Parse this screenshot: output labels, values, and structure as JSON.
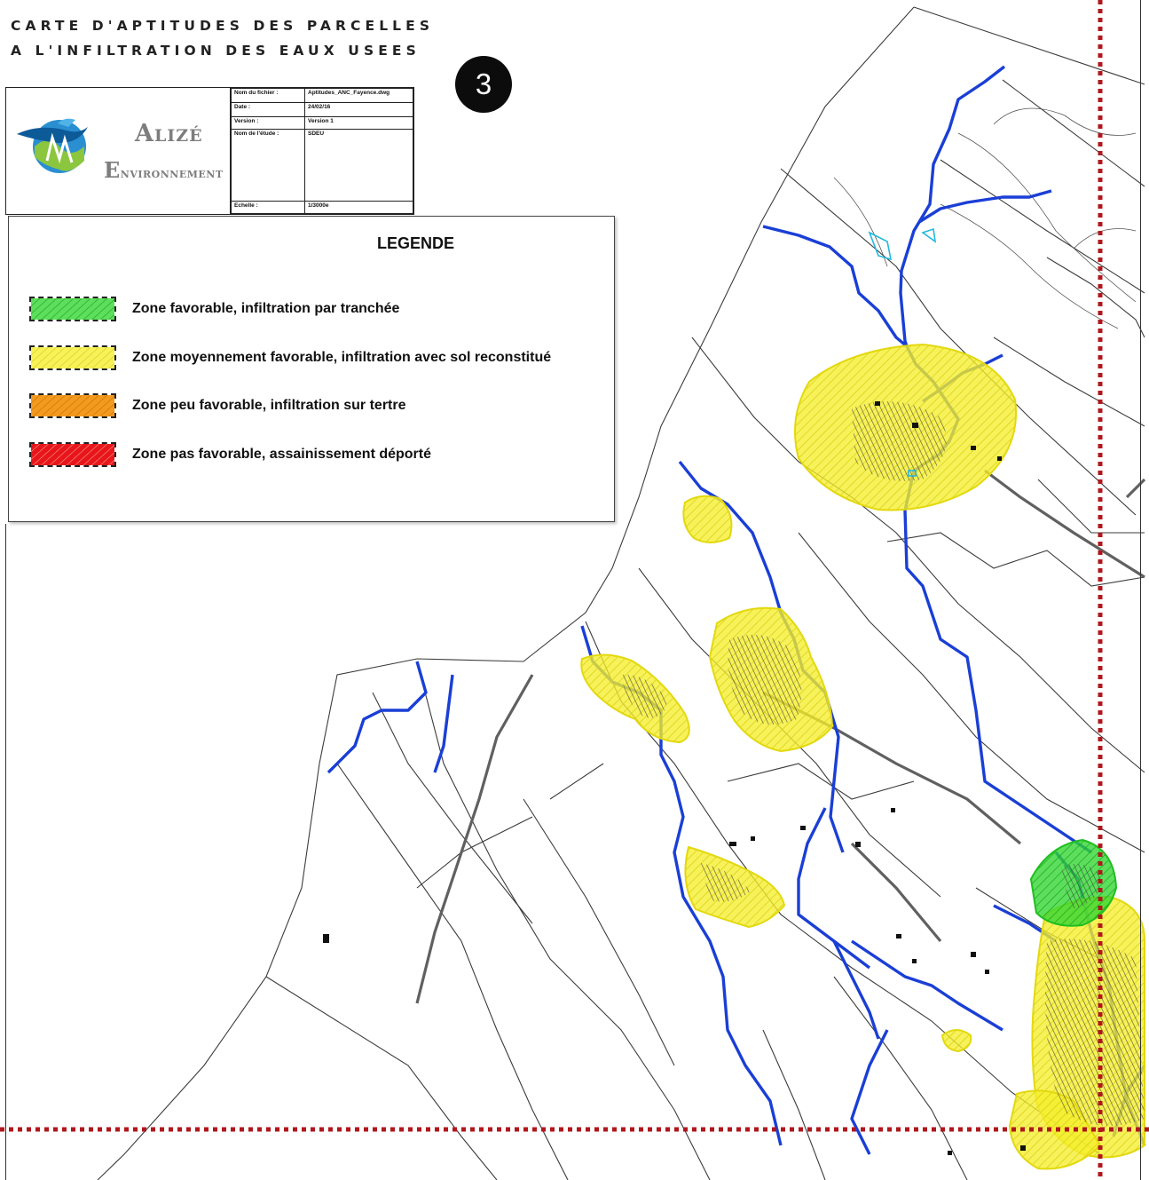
{
  "map": {
    "title_line1": "CARTE D'APTITUDES DES PARCELLES",
    "title_line2": "A L'INFILTRATION DES EAUX USEES",
    "sheet_number": "3",
    "colors": {
      "river": "#1a3fd6",
      "parcel": "#3c3c3c",
      "zone_yellow": "#f5ee2a",
      "zone_green": "#2fd62f",
      "zone_orange": "#f39a1e",
      "zone_red": "#e8161a",
      "grid_dotted": "#b0171c"
    }
  },
  "logo": {
    "word1": "Alizé",
    "word2_cap": "E",
    "word2_rest": "nvironnement"
  },
  "cartouche": {
    "rows": [
      {
        "key": "Nom du fichier :",
        "value": "Aptitudes_ANC_Fayence.dwg"
      },
      {
        "key": "Date :",
        "value": "24/02/16"
      },
      {
        "key": "Version :",
        "value": "Version 1"
      },
      {
        "key": "Nom de l'étude :",
        "value": "SDEU"
      },
      {
        "key": "Echelle :",
        "value": "1/3000e"
      }
    ]
  },
  "legend": {
    "title": "LEGENDE",
    "items": [
      {
        "label": "Zone favorable, infiltration par tranchée",
        "color": "#2fd62f",
        "icon": "hatched-green-swatch"
      },
      {
        "label": "Zone moyennement favorable, infiltration avec sol reconstitué",
        "color": "#f5ee2a",
        "icon": "hatched-yellow-swatch"
      },
      {
        "label": "Zone peu favorable, infiltration sur tertre",
        "color": "#f39a1e",
        "icon": "hatched-orange-swatch"
      },
      {
        "label": "Zone pas favorable, assainissement déporté",
        "color": "#e8161a",
        "icon": "hatched-red-swatch"
      }
    ]
  }
}
